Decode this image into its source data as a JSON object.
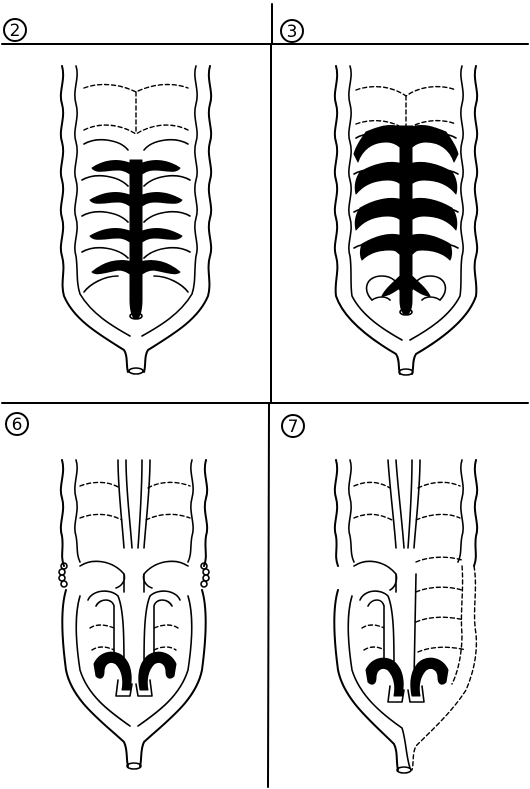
{
  "panels": [
    {
      "label": "2"
    },
    {
      "label": "3"
    },
    {
      "label": "6"
    },
    {
      "label": "7"
    }
  ],
  "colors": {
    "ink": "#000000",
    "background": "#ffffff"
  }
}
